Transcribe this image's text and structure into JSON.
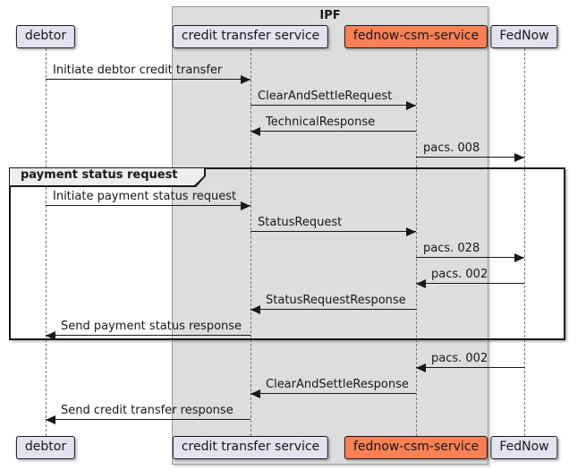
{
  "frame": {
    "title": "IPF"
  },
  "group": {
    "label": "payment status request"
  },
  "participants": [
    {
      "id": "debtor",
      "label": "debtor",
      "highlight": false
    },
    {
      "id": "cts",
      "label": "credit transfer service",
      "highlight": false
    },
    {
      "id": "fednowcsm",
      "label": "fednow-csm-service",
      "highlight": true
    },
    {
      "id": "fednow",
      "label": "FedNow",
      "highlight": false
    }
  ],
  "messages": [
    {
      "from": "debtor",
      "to": "cts",
      "label": "Initiate debtor credit transfer"
    },
    {
      "from": "cts",
      "to": "fednowcsm",
      "label": "ClearAndSettleRequest"
    },
    {
      "from": "fednowcsm",
      "to": "cts",
      "label": "TechnicalResponse"
    },
    {
      "from": "fednowcsm",
      "to": "fednow",
      "label": "pacs. 008"
    },
    {
      "from": "debtor",
      "to": "cts",
      "label": "Initiate payment status request"
    },
    {
      "from": "cts",
      "to": "fednowcsm",
      "label": "StatusRequest"
    },
    {
      "from": "fednowcsm",
      "to": "fednow",
      "label": "pacs. 028"
    },
    {
      "from": "fednow",
      "to": "fednowcsm",
      "label": "pacs. 002"
    },
    {
      "from": "fednowcsm",
      "to": "cts",
      "label": "StatusRequestResponse"
    },
    {
      "from": "cts",
      "to": "debtor",
      "label": "Send payment status response"
    },
    {
      "from": "fednow",
      "to": "fednowcsm",
      "label": "pacs. 002"
    },
    {
      "from": "fednowcsm",
      "to": "cts",
      "label": "ClearAndSettleResponse"
    },
    {
      "from": "cts",
      "to": "debtor",
      "label": "Send credit transfer response"
    }
  ],
  "colors": {
    "participant_fill": "#E2E2F0",
    "highlight_fill": "#FA8055",
    "frame_fill": "#DDDDDD",
    "line": "#181818",
    "lifeline": "#777777",
    "group_header_fill": "#EEEEEE"
  }
}
